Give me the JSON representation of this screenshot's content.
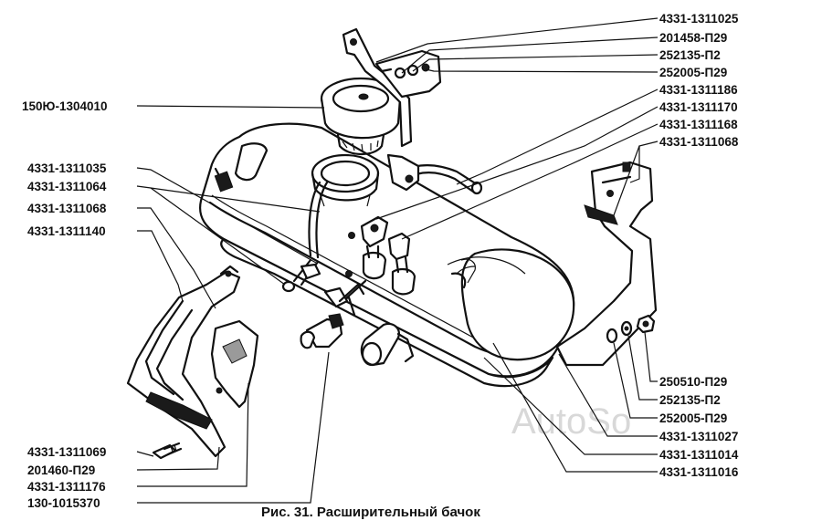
{
  "figure": {
    "caption": "Рис. 31. Расширительный бачок",
    "watermark": "AutoSo"
  },
  "labels": [
    {
      "id": "l-4331-1311025",
      "text": "4331-1311025"
    },
    {
      "id": "l-201458-p29",
      "text": "201458-П29"
    },
    {
      "id": "l-252135-p2-top",
      "text": "252135-П2"
    },
    {
      "id": "l-252005-p29-top",
      "text": "252005-П29"
    },
    {
      "id": "l-150yu-1304010",
      "text": "150Ю-1304010"
    },
    {
      "id": "l-4331-1311186",
      "text": "4331-1311186"
    },
    {
      "id": "l-4331-1311170",
      "text": "4331-1311170"
    },
    {
      "id": "l-4331-1311168",
      "text": "4331-1311168"
    },
    {
      "id": "l-4331-1311068-right",
      "text": "4331-1311068"
    },
    {
      "id": "l-4331-1311035",
      "text": "4331-1311035"
    },
    {
      "id": "l-4331-1311064",
      "text": "4331-1311064"
    },
    {
      "id": "l-4331-1311068-left",
      "text": "4331-1311068"
    },
    {
      "id": "l-4331-1311140",
      "text": "4331-1311140"
    },
    {
      "id": "l-250510-p29",
      "text": "250510-П29"
    },
    {
      "id": "l-252135-p2-bottom",
      "text": "252135-П2"
    },
    {
      "id": "l-252005-p29-bottom",
      "text": "252005-П29"
    },
    {
      "id": "l-4331-1311027",
      "text": "4331-1311027"
    },
    {
      "id": "l-4331-1311014",
      "text": "4331-1311014"
    },
    {
      "id": "l-4331-1311016",
      "text": "4331-1311016"
    },
    {
      "id": "l-4331-1311069",
      "text": "4331-1311069"
    },
    {
      "id": "l-201460-p29",
      "text": "201460-П29"
    },
    {
      "id": "l-4331-1311176",
      "text": "4331-1311176"
    },
    {
      "id": "l-130-1015370",
      "text": "130-1015370"
    }
  ],
  "colors": {
    "ink": "#111111",
    "background": "#ffffff",
    "watermark": "#d8d8d8"
  }
}
